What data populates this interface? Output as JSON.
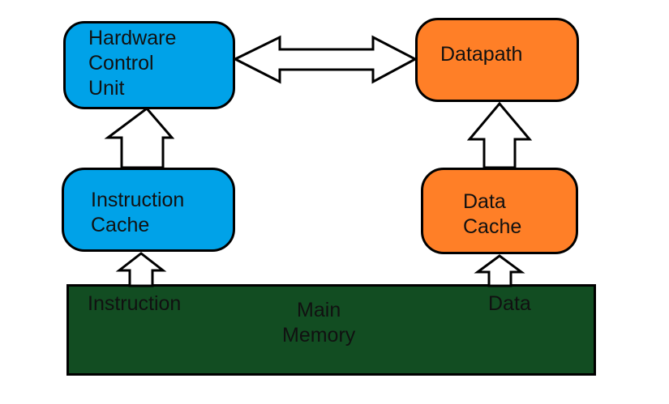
{
  "colors": {
    "control_fill": "#00a2e8",
    "data_fill": "#ff7f27",
    "memory_fill": "#124d22",
    "stroke": "#000000",
    "arrow_fill": "#ffffff"
  },
  "blocks": {
    "hardware_control_unit": "Hardware\nControl\nUnit",
    "instruction_cache": "Instruction\nCache",
    "datapath": "Datapath",
    "data_cache": "Data\nCache",
    "main_memory": {
      "instruction_label": "Instruction",
      "title": "Main\nMemory",
      "data_label": "Data"
    }
  },
  "connections": [
    {
      "from": "Main Memory",
      "to": "Instruction Cache",
      "direction": "up"
    },
    {
      "from": "Instruction Cache",
      "to": "Hardware Control Unit",
      "direction": "up"
    },
    {
      "from": "Main Memory",
      "to": "Data Cache",
      "direction": "up"
    },
    {
      "from": "Data Cache",
      "to": "Datapath",
      "direction": "up"
    },
    {
      "from": "Hardware Control Unit",
      "to": "Datapath",
      "direction": "bidirectional"
    }
  ]
}
